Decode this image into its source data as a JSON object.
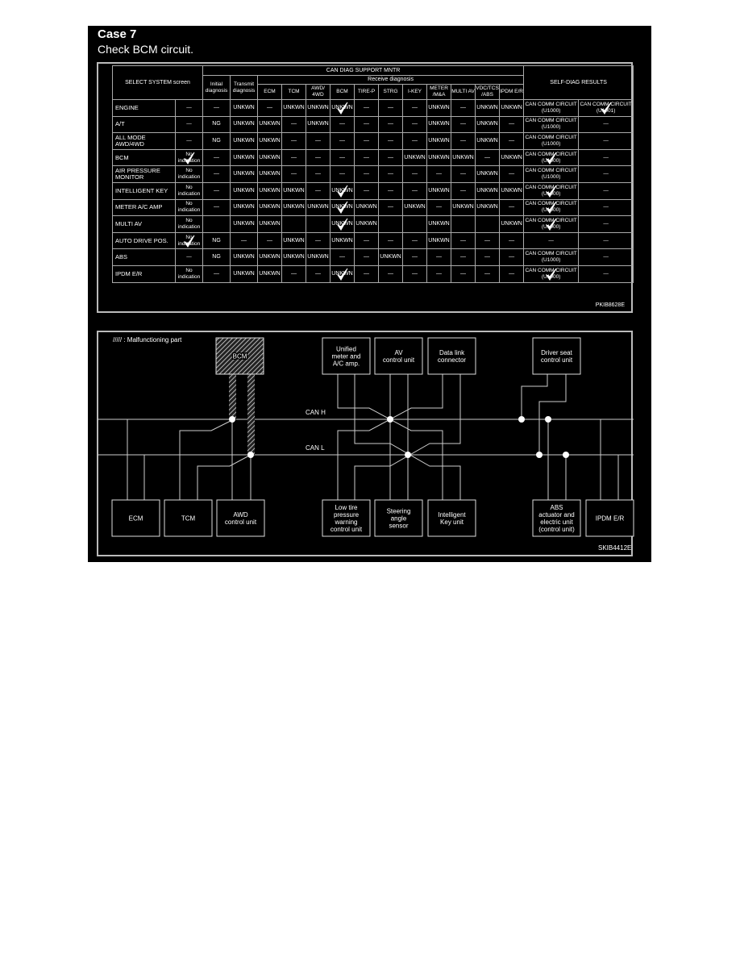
{
  "title": "Case 7",
  "subtitle": "Check BCM circuit.",
  "table": {
    "header": {
      "select": "SELECT SYSTEM screen",
      "can": "CAN DIAG SUPPORT MNTR",
      "initial": "Initial diagnosis",
      "transmit": "Transmit diagnosis",
      "receive": "Receive diagnosis",
      "self": "SELF-DIAG RESULTS",
      "receive_cols": [
        "ECM",
        "TCM",
        "AWD/ 4WD",
        "BCM",
        "TIRE-P",
        "STRG",
        "I-KEY",
        "METER /M&A",
        "MULTI AV",
        "VDC/TCS /ABS",
        "IPDM E/R"
      ]
    },
    "rows": [
      {
        "name": "ENGINE",
        "cells": [
          "—",
          "—",
          "UNKWN",
          "—",
          "UNKWN",
          "UNKWN",
          "UNKWN",
          "—",
          "—",
          "—",
          "UNKWN",
          "—",
          "UNKWN",
          "UNKWN",
          "CAN COMM CIRCUIT (U1000)",
          "CAN COMM CIRCUIT (U1001)"
        ],
        "checks": [
          6,
          15
        ]
      },
      {
        "name": "A/T",
        "cells": [
          "—",
          "NG",
          "UNKWN",
          "UNKWN",
          "—",
          "UNKWN",
          "—",
          "—",
          "—",
          "—",
          "UNKWN",
          "—",
          "UNKWN",
          "—",
          "CAN COMM CIRCUIT (U1000)",
          "—"
        ],
        "checks": []
      },
      {
        "name": "ALL MODE AWD/4WD",
        "cells": [
          "—",
          "NG",
          "UNKWN",
          "UNKWN",
          "—",
          "—",
          "—",
          "—",
          "—",
          "—",
          "UNKWN",
          "—",
          "UNKWN",
          "—",
          "CAN COMM CIRCUIT (U1000)",
          "—"
        ],
        "checks": []
      },
      {
        "name": "BCM",
        "cells": [
          "No indication",
          "—",
          "UNKWN",
          "UNKWN",
          "—",
          "—",
          "—",
          "—",
          "—",
          "UNKWN",
          "UNKWN",
          "UNKWN",
          "—",
          "UNKWN",
          "CAN COMM CIRCUIT (U1000)",
          "—"
        ],
        "checks": [
          0,
          14
        ]
      },
      {
        "name": "AIR PRESSURE MONITOR",
        "cells": [
          "No indication",
          "—",
          "UNKWN",
          "UNKWN",
          "—",
          "—",
          "—",
          "—",
          "—",
          "—",
          "—",
          "—",
          "UNKWN",
          "—",
          "CAN COMM CIRCUIT (U1000)",
          "—"
        ],
        "checks": []
      },
      {
        "name": "INTELLIGENT KEY",
        "cells": [
          "No indication",
          "—",
          "UNKWN",
          "UNKWN",
          "UNKWN",
          "—",
          "UNKWN",
          "—",
          "—",
          "—",
          "UNKWN",
          "—",
          "UNKWN",
          "UNKWN",
          "CAN COMM CIRCUIT (U1000)",
          "—"
        ],
        "checks": [
          6,
          14
        ]
      },
      {
        "name": "METER A/C AMP",
        "cells": [
          "No indication",
          "—",
          "UNKWN",
          "UNKWN",
          "UNKWN",
          "UNKWN",
          "UNKWN",
          "UNKWN",
          "—",
          "UNKWN",
          "—",
          "UNKWN",
          "UNKWN",
          "—",
          "CAN COMM CIRCUIT (U1000)",
          "—"
        ],
        "checks": [
          6,
          14
        ]
      },
      {
        "name": "MULTI AV",
        "cells": [
          "No indication",
          "",
          "UNKWN",
          "UNKWN",
          "",
          "",
          "UNKWN",
          "UNKWN",
          "",
          "",
          "UNKWN",
          "",
          "",
          "UNKWN",
          "CAN COMM CIRCUIT (U1000)",
          "—"
        ],
        "checks": [
          6,
          14
        ]
      },
      {
        "name": "AUTO DRIVE POS.",
        "cells": [
          "No indication",
          "NG",
          "—",
          "—",
          "UNKWN",
          "—",
          "UNKWN",
          "—",
          "—",
          "—",
          "UNKWN",
          "—",
          "—",
          "—",
          "—",
          "—"
        ],
        "checks": [
          0
        ]
      },
      {
        "name": "ABS",
        "cells": [
          "—",
          "NG",
          "UNKWN",
          "UNKWN",
          "UNKWN",
          "UNKWN",
          "—",
          "—",
          "UNKWN",
          "—",
          "—",
          "—",
          "—",
          "—",
          "CAN COMM CIRCUIT (U1000)",
          "—"
        ],
        "checks": []
      },
      {
        "name": "IPDM E/R",
        "cells": [
          "No indication",
          "—",
          "UNKWN",
          "UNKWN",
          "—",
          "—",
          "UNKWN",
          "—",
          "—",
          "—",
          "—",
          "—",
          "—",
          "—",
          "CAN COMM CIRCUIT (U1000)",
          "—"
        ],
        "checks": [
          6,
          14
        ]
      }
    ],
    "figure_code": "PKIB8628E"
  },
  "diagram": {
    "legend": "///// : Malfunctioning part",
    "can_h": "CAN H",
    "can_l": "CAN L",
    "figure_code": "SKIB4412E",
    "units": {
      "bcm": [
        "BCM"
      ],
      "meter": [
        "Unified",
        "meter and",
        "A/C amp."
      ],
      "av": [
        "AV",
        "control unit"
      ],
      "dlc": [
        "Data link",
        "connector"
      ],
      "seat": [
        "Driver seat",
        "control unit"
      ],
      "ecm": [
        "ECM"
      ],
      "tcm": [
        "TCM"
      ],
      "awd": [
        "AWD",
        "control unit"
      ],
      "tire": [
        "Low tire",
        "pressure",
        "warning",
        "control unit"
      ],
      "strg": [
        "Steering",
        "angle",
        "sensor"
      ],
      "ikey": [
        "Intelligent",
        "Key unit"
      ],
      "abs": [
        "ABS",
        "actuator and",
        "electric unit",
        "(control unit)"
      ],
      "ipdm": [
        "IPDM E/R"
      ]
    },
    "malfunctioning_unit": "bcm"
  }
}
